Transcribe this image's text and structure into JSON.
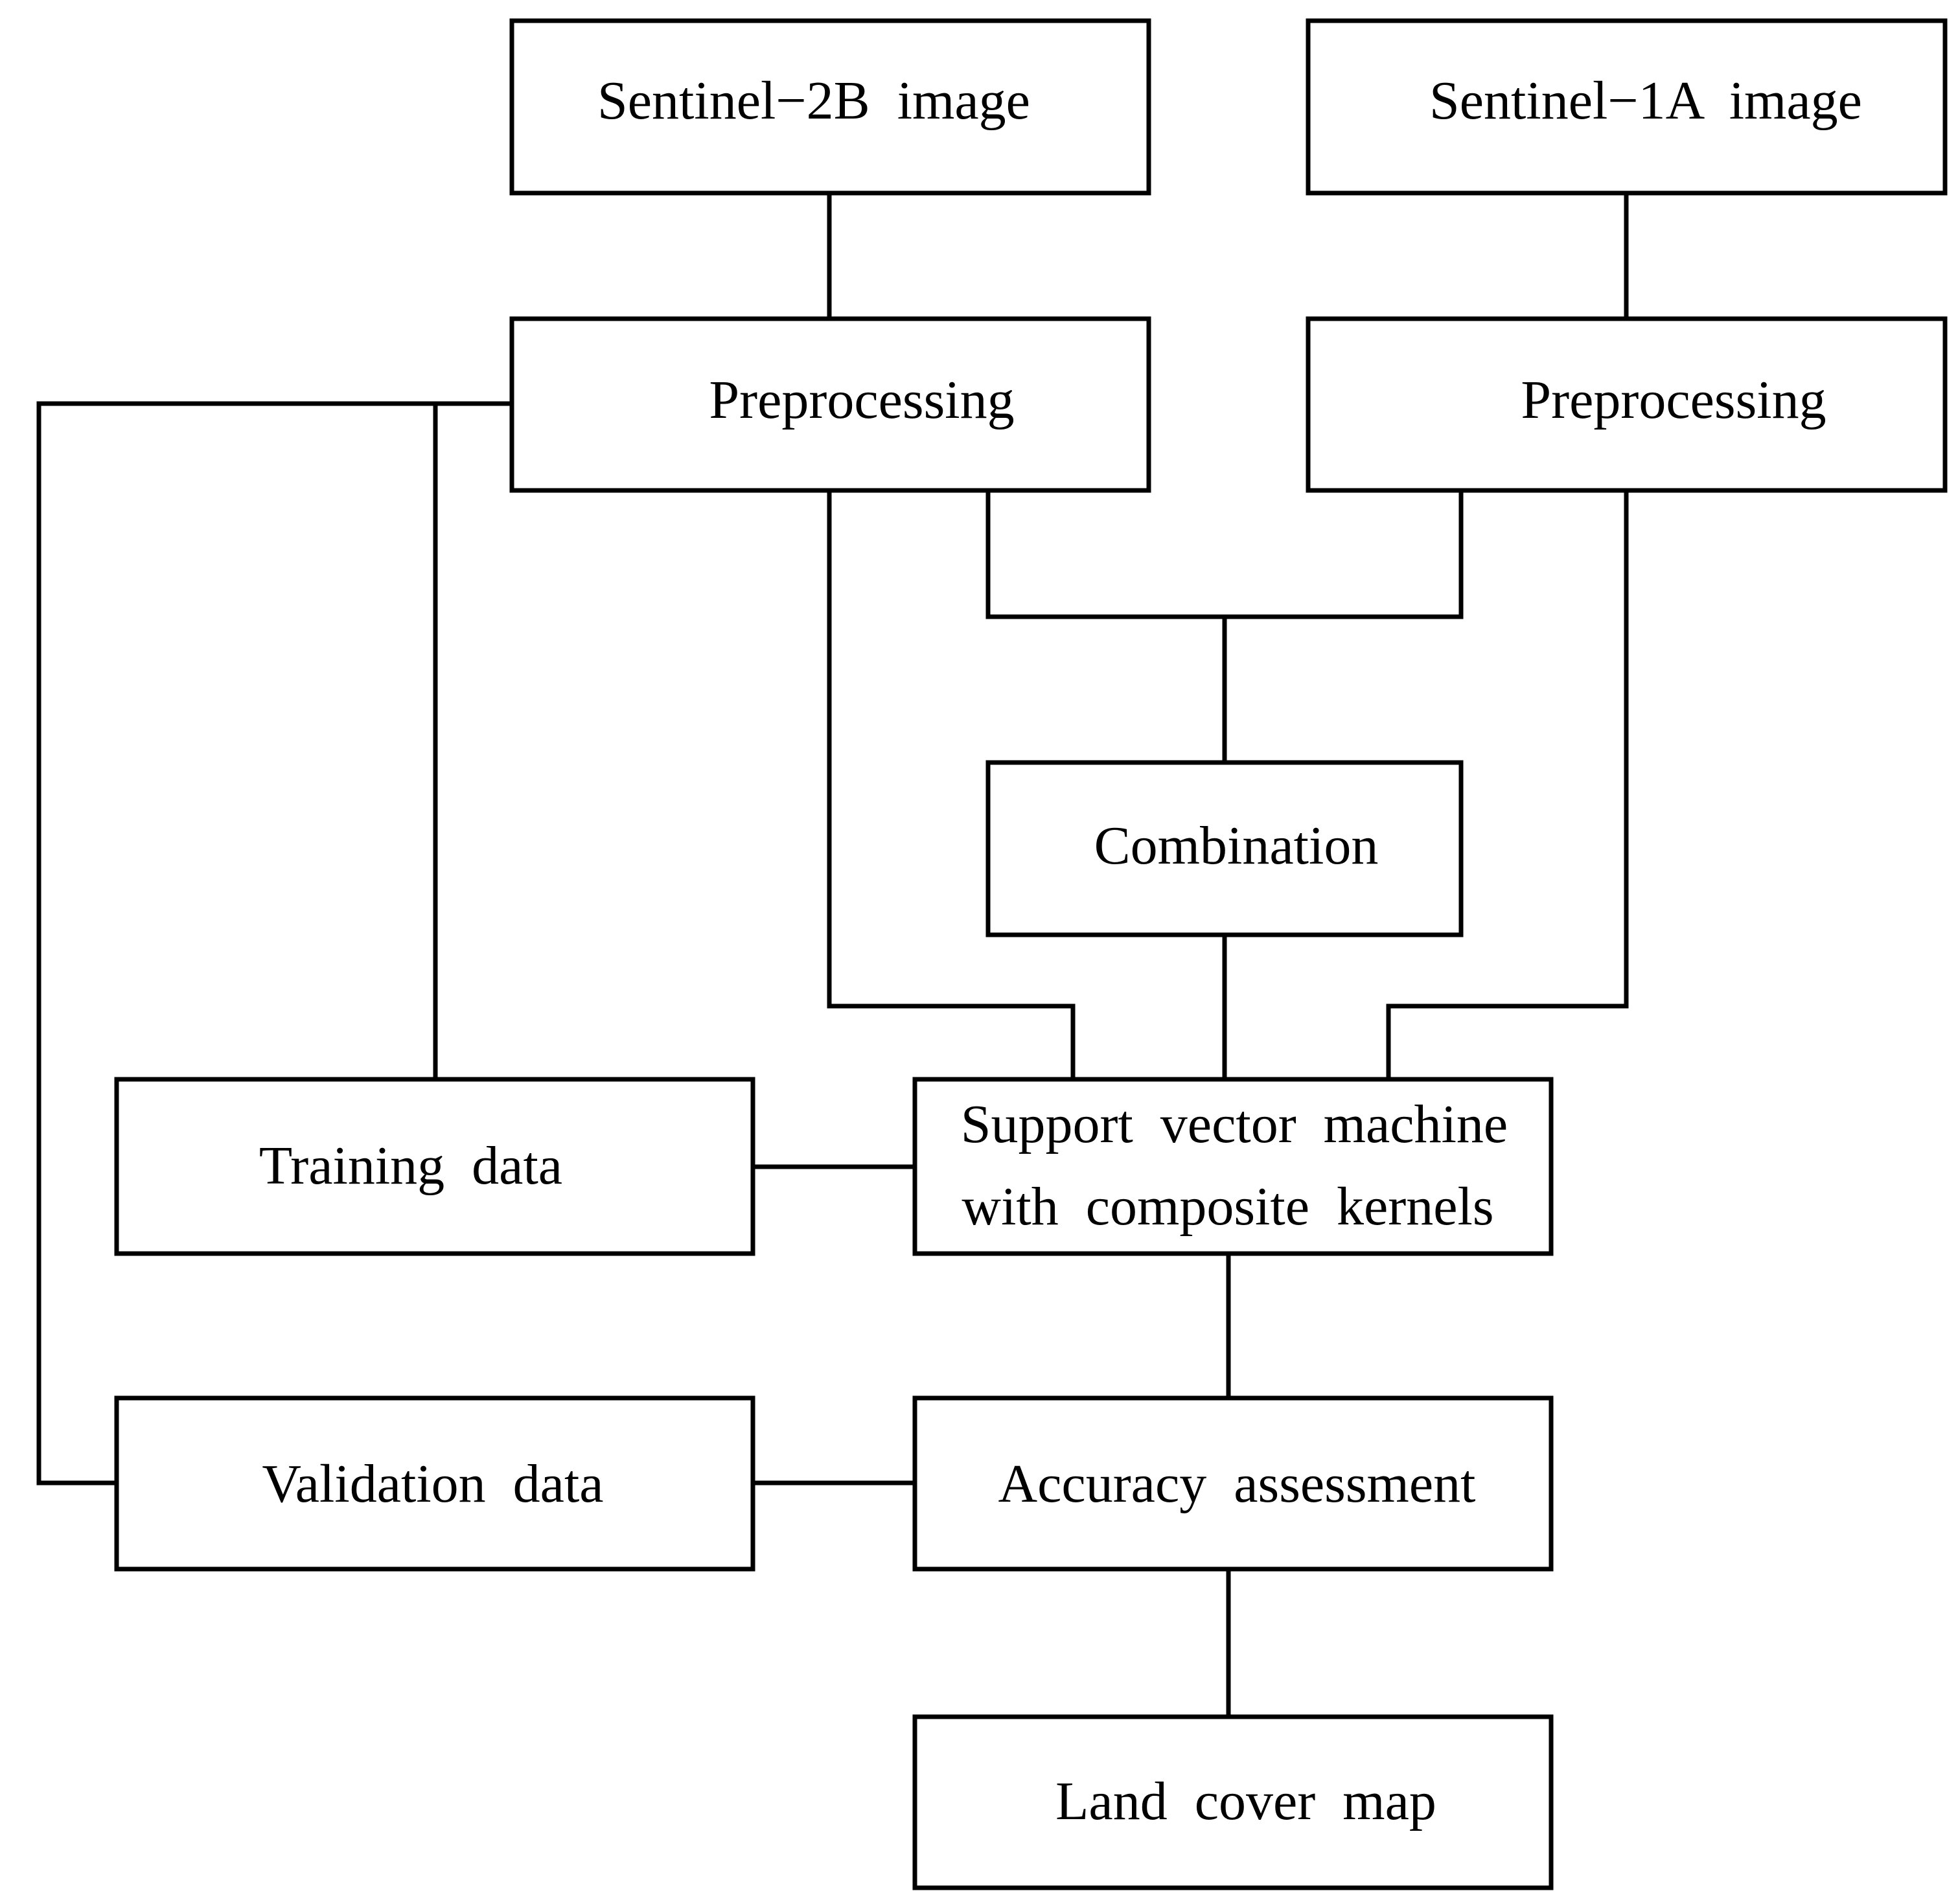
{
  "diagram": {
    "line_color": "#000000",
    "background": "#ffffff",
    "nodes": {
      "sentinel2b": {
        "label": "Sentinel−2B  image"
      },
      "sentinel1a": {
        "label": "Sentinel−1A  image"
      },
      "prep_left": {
        "label": "Preprocessing"
      },
      "prep_right": {
        "label": "Preprocessing"
      },
      "combination": {
        "label": "Combination"
      },
      "training": {
        "label": "Training  data"
      },
      "svm": {
        "label_line1": "Support  vector  machine",
        "label_line2": "with  composite  kernels"
      },
      "validation": {
        "label": "Validation  data"
      },
      "accuracy": {
        "label": "Accuracy  assessment"
      },
      "landcover": {
        "label": "Land  cover  map"
      }
    }
  }
}
